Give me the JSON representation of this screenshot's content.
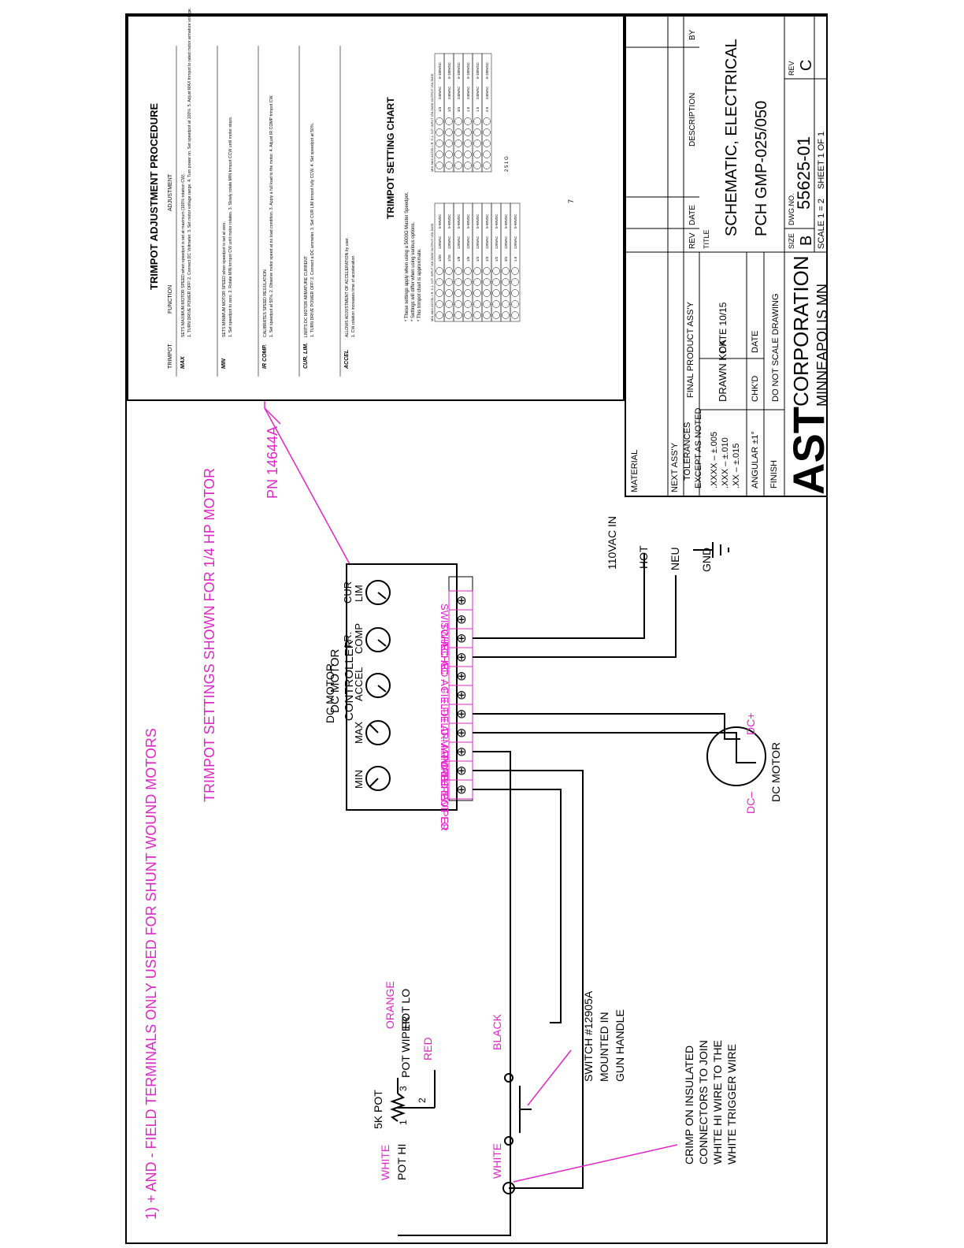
{
  "notes": {
    "shunt_note": "1) + AND - FIELD TERMINALS ONLY USED FOR SHUNT WOUND MOTORS",
    "trimpot_note": "TRIMPOT SETTINGS SHOWN FOR 1/4 HP MOTOR",
    "part_number": "PN 14644A",
    "crimp_note": [
      "CRIMP ON INSULATED",
      "CONNECTORS TO JOIN",
      "WHITE HI WIRE TO THE",
      "WHITE TRIGGER WIRE"
    ],
    "switch_note": [
      "SWITCH #12905A",
      "MOUNTED IN",
      "GUN HANDLE"
    ]
  },
  "controller": {
    "title_line1": "DC MOTOR",
    "title_line2": "CONTROLLER",
    "trimpots": [
      {
        "line1": "MIN",
        "line2": ""
      },
      {
        "line1": "MAX",
        "line2": ""
      },
      {
        "line1": "ACCEL",
        "line2": ""
      },
      {
        "line1": "I.R.",
        "line2": "COMP"
      },
      {
        "line1": "CUR",
        "line2": "LIM"
      }
    ],
    "terminals": [
      "POT LO",
      "POT WIPER",
      "POT HI",
      "– ARMATURE",
      "+ ARMATURE",
      "+ FIELD",
      "– FIELD",
      "AC",
      "AC",
      "SWITCHED AC",
      "SWITCHED AC"
    ],
    "terminal_symbol": "⊕"
  },
  "power": {
    "input": "110VAC IN",
    "hot": "HOT",
    "neu": "NEU",
    "gnd": "GND"
  },
  "motor": {
    "label": "DC MOTOR",
    "plus": "DC+",
    "minus": "DC–"
  },
  "pot": {
    "name": "5K POT",
    "pin1": "1",
    "pin2": "2",
    "pin3": "3",
    "pot_hi": "POT HI",
    "pot_lo": "POT LO",
    "pot_wiper": "POT WIPER",
    "white1": "WHITE",
    "white2": "WHITE",
    "orange": "ORANGE",
    "red": "RED",
    "black": "BLACK"
  },
  "procedure": {
    "title": "TRIMPOT ADJUSTMENT PROCEDURE",
    "col_trimpot": "TRIMPOT",
    "col_function": "FUNCTION",
    "col_adjustment": "ADJUSTMENT",
    "rows": [
      {
        "trimpot": "MAX",
        "function": "SETS MAXIMUM MOTOR SPEED when speedpot is set at maximum (100% rotation CW).",
        "adjustment": "1. TURN DRIVE POWER OFF! 2. Connect DC Voltmeter. 3. Set motor voltage range. 4. Turn power on. Set speedpot at 100%. 5. Adjust MAX trimpot to rated motor armature voltage."
      },
      {
        "trimpot": "MIN",
        "function": "SETS MINIMUM MOTOR SPEED when speedpot is set at zero.",
        "adjustment": "1. Set speedpot to zero. 2. Rotate MIN trimpot CW until motor rotates. 3. Slowly rotate MIN trimpot CCW until motor stops."
      },
      {
        "trimpot": "IR COMP.",
        "function": "CALIBRATES SPEED REGULATION",
        "adjustment": "1. Set speedpot at 50%. 2. Observe motor speed at no load condition. 3. Apply a full load to the motor. 4. Adjust IR COMP trimpot CW."
      },
      {
        "trimpot": "CUR. LIM.",
        "function": "LIMITS DC MOTOR ARMATURE CURRENT",
        "adjustment": "1. TURN DRIVE POWER OFF! 2. Connect a DC ammeter. 3. Set CUR LIM trimpot fully CCW. 4. Set speedpot at 50%."
      },
      {
        "trimpot": "ACCEL",
        "function": "ALLOWS ADJUSTMENT OF ACCELERATION by user.",
        "adjustment": "1. CW rotation increases time of acceleration."
      }
    ]
  },
  "setting_chart": {
    "title": "TRIMPOT SETTING CHART",
    "notes": [
      "* These settings apply when using a 5000Ω Master Speedpot.",
      "* Settings will differ when using various options.",
      "* This trimpot chart is approximate."
    ],
    "headers": [
      "MIN",
      "MAX",
      "ACCEL",
      "I.R.",
      "C.L.",
      "H.P.",
      "INPUT VOLTAGE",
      "OUTPUT VOLTAGE"
    ],
    "left_rows": [
      [
        "1/20",
        "120VAC",
        "0-90VDC"
      ],
      [
        "1/15",
        "120VAC",
        "0-90VDC"
      ],
      [
        "1/8",
        "120VAC",
        "0-90VDC"
      ],
      [
        "1/6",
        "120VAC",
        "0-90VDC"
      ],
      [
        "1/4",
        "120VAC",
        "0-90VDC"
      ],
      [
        "1/3",
        "120VAC",
        "0-90VDC"
      ],
      [
        "1/2",
        "120VAC",
        "0-90VDC"
      ],
      [
        "3/4",
        "120VAC",
        "0-90VDC"
      ],
      [
        "1.0",
        "120VAC",
        "0-90VDC"
      ]
    ],
    "right_rows": [
      [
        "1/4",
        "240VAC",
        "0-180VDC"
      ],
      [
        "1/2",
        "240VAC",
        "0-180VDC"
      ],
      [
        "3/4",
        "240VAC",
        "0-180VDC"
      ],
      [
        "1.0",
        "240VAC",
        "0-180VDC"
      ],
      [
        "1.5",
        "240VAC",
        "0-180VDC"
      ],
      [
        "2.0",
        "240VAC",
        "0-180VDC"
      ]
    ],
    "page_mark": "7",
    "g_label": "2 5 1 G"
  },
  "title_block": {
    "material": "MATERIAL",
    "next_assy": "NEXT ASS'Y",
    "final_assy": "FINAL PRODUCT ASS'Y",
    "tolerances": "TOLERANCES",
    "except_noted": "EXCEPT AS NOTED",
    "tol_xxxx": ".XXXX – ±.005",
    "tol_xxx": ".XXX – ±.010",
    "tol_xx": ".XX – ±.015",
    "angular": "ANGULAR ±1°",
    "finish": "FINISH",
    "drawn": "DRAWN KCK",
    "date": "DATE 10/15",
    "chkd": "CHK'D",
    "date2": "DATE",
    "do_not_scale": "DO NOT SCALE DRAWING",
    "company": "CORPORATION",
    "logo": "AST",
    "city": "MINNEAPOLIS MN",
    "rev_h": "REV",
    "date_h": "DATE",
    "desc_h": "DESCRIPTION",
    "by_h": "BY",
    "title_h": "TITLE",
    "title_line1": "SCHEMATIC, ELECTRICAL",
    "title_line2": "PCH GMP-025/050",
    "size_h": "SIZE",
    "size": "B",
    "dwg_h": "DWG.NO.",
    "dwg": "55625-01",
    "rev2_h": "REV",
    "rev": "C",
    "scale": "SCALE 1 = 2",
    "sheet": "SHEET 1 OF 1"
  }
}
